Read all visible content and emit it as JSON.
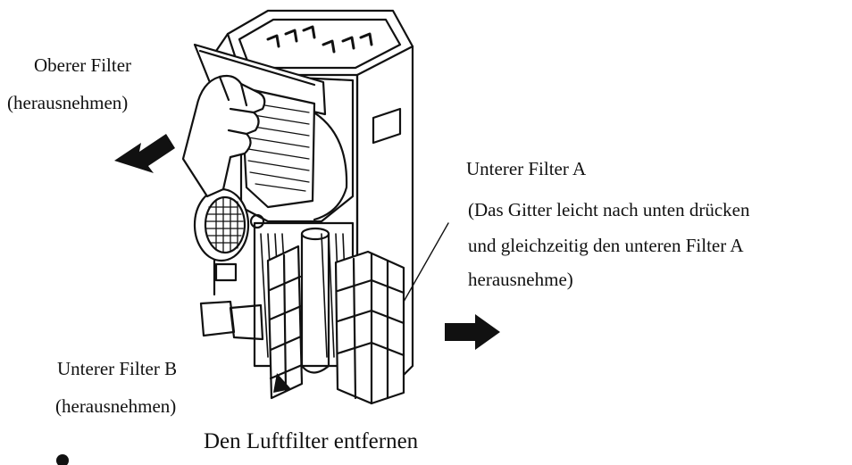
{
  "labels": {
    "upper_filter": {
      "title": "Oberer Filter",
      "note": "(herausnehmen)"
    },
    "lower_filter_a": {
      "title": "Unterer Filter A",
      "note_lines": [
        "(Das Gitter leicht nach unten drücken",
        "und gleichzeitig den unteren Filter A",
        "herausnehme)"
      ]
    },
    "lower_filter_b": {
      "title": "Unterer Filter B",
      "note": "(herausnehmen)"
    }
  },
  "caption": "Den Luftfilter entfernen",
  "colors": {
    "ink": "#111111",
    "paper": "#ffffff",
    "shade": "#cfcfcf"
  }
}
